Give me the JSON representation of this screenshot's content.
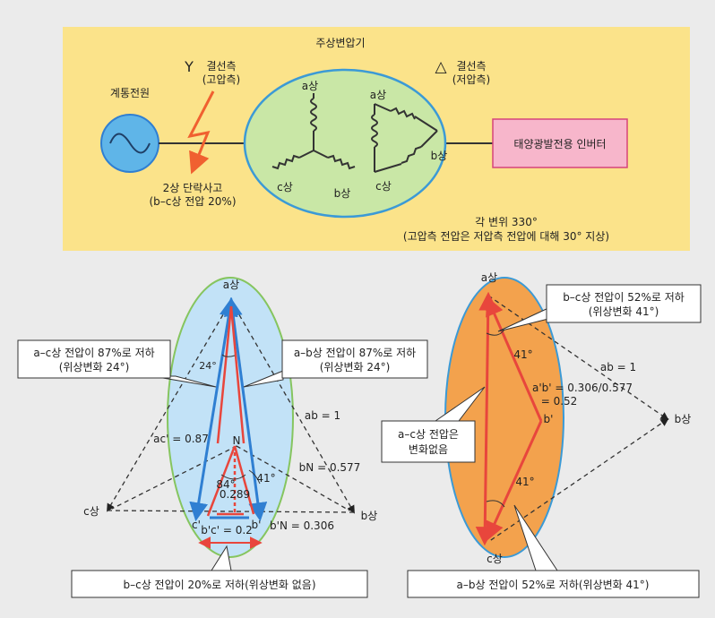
{
  "top_panel": {
    "title": "주상변압기",
    "grid_source": "계통전원",
    "wye_symbol": "Y",
    "wye_side_1": "결선측",
    "wye_side_2": "(고압측)",
    "delta_symbol": "△",
    "delta_side_1": "결선측",
    "delta_side_2": "(저압측)",
    "fault_1": "2상 단락사고",
    "fault_2": "(b–c상 전압 20%)",
    "inverter": "태양광발전용 인버터",
    "y_phase_a": "a상",
    "y_phase_b": "b상",
    "y_phase_c": "c상",
    "d_phase_a": "a상",
    "d_phase_b": "b상",
    "d_phase_c": "c상",
    "shift_1": "각 변위 330°",
    "shift_2": "(고압측 전압은 저압측 전압에 대해 30° 지상)"
  },
  "left_diagram": {
    "label_a": "a상",
    "label_b": "b상",
    "label_c": "c상",
    "label_N": "N",
    "label_c_prime": "c'",
    "label_b_prime": "b'",
    "ab": "ab = 1",
    "ac_prime": "ac' = 0.87",
    "bN": "bN = 0.577",
    "bpN": "b'N = 0.306",
    "bpcp": "b'c' = 0.2",
    "n_to_bc": "0.289",
    "angle_24": "24°",
    "angle_84": "84°",
    "angle_41": "41°",
    "callout_ac_1": "a–c상 전압이 87%로 저하",
    "callout_ac_2": "(위상변화 24°)",
    "callout_ab_1": "a–b상 전압이 87%로 저하",
    "callout_ab_2": "(위상변화 24°)",
    "callout_bc": "b–c상 전압이 20%로 저하(위상변화 없음)"
  },
  "right_diagram": {
    "label_a": "a상",
    "label_b": "b상",
    "label_c": "c상",
    "label_b_prime": "b'",
    "ab": "ab = 1",
    "apbp_1": "a'b' = 0.306/0.577",
    "apbp_2": "= 0.52",
    "angle_41_top": "41°",
    "angle_41_bottom": "41°",
    "callout_bc_1": "b–c상 전압이 52%로 저하",
    "callout_bc_2": "(위상변화 41°)",
    "callout_ac_1": "a–c상 전압은",
    "callout_ac_2": "변화없음",
    "callout_ab": "a–b상 전압이 52%로 저하(위상변화 41°)"
  },
  "colors": {
    "top_panel_bg": "#fbe38a",
    "transformer_fill": "#c9e7a6",
    "ellipse_stroke": "#3b9ad6",
    "left_ellipse_fill": "#c2e2f7",
    "left_ellipse_stroke": "#86c55f",
    "right_ellipse_fill": "#f3a24d",
    "vector_blue": "#2f7fd2",
    "vector_red": "#e8463c",
    "fault_orange": "#f06030",
    "inverter_fill": "#f7b6cb"
  }
}
